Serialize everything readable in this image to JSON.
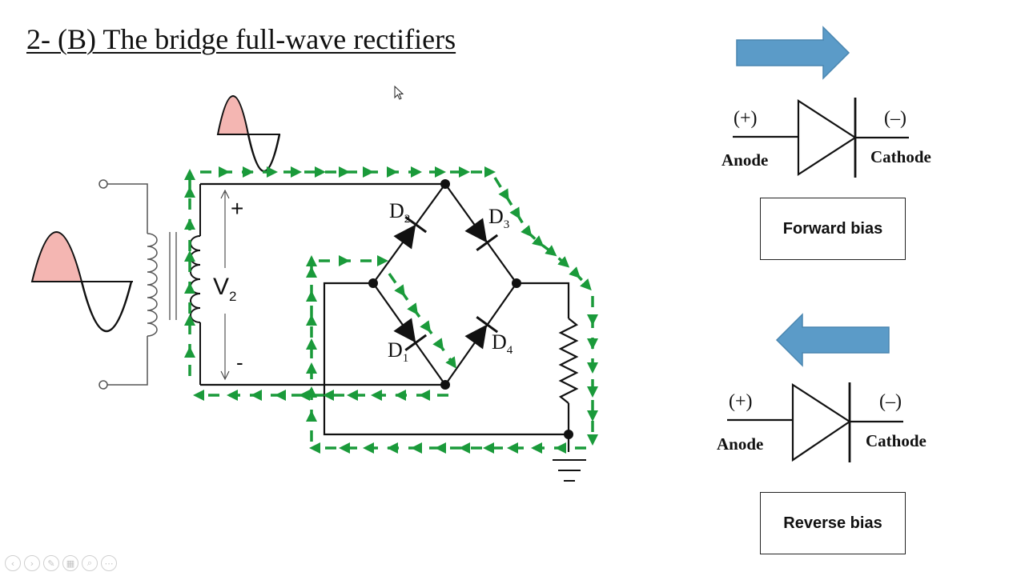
{
  "slide": {
    "title": "2- (B) The bridge full-wave rectifiers"
  },
  "circuit": {
    "plus_label": "+",
    "minus_label": "-",
    "v2_main": "V",
    "v2_sub": "2",
    "diodes": [
      {
        "main": "D",
        "sub": "2"
      },
      {
        "main": "D",
        "sub": "3"
      },
      {
        "main": "D",
        "sub": "1"
      },
      {
        "main": "D",
        "sub": "4"
      }
    ],
    "path_color": "#1a9a3a",
    "half_wave_fill": "#f4b6b2"
  },
  "forward": {
    "plus": "(+)",
    "minus": "(–)",
    "anode": "Anode",
    "cathode": "Cathode",
    "box_label": "Forward bias",
    "arrow_color": "#5b9bc8",
    "arrow_direction": "right"
  },
  "reverse": {
    "plus": "(+)",
    "minus": "(–)",
    "anode": "Anode",
    "cathode": "Cathode",
    "box_label": "Reverse bias",
    "arrow_color": "#5b9bc8",
    "arrow_direction": "left"
  },
  "toolbar": {
    "icons": [
      "prev-icon",
      "next-icon",
      "pen-icon",
      "slides-icon",
      "zoom-icon",
      "more-icon"
    ]
  }
}
